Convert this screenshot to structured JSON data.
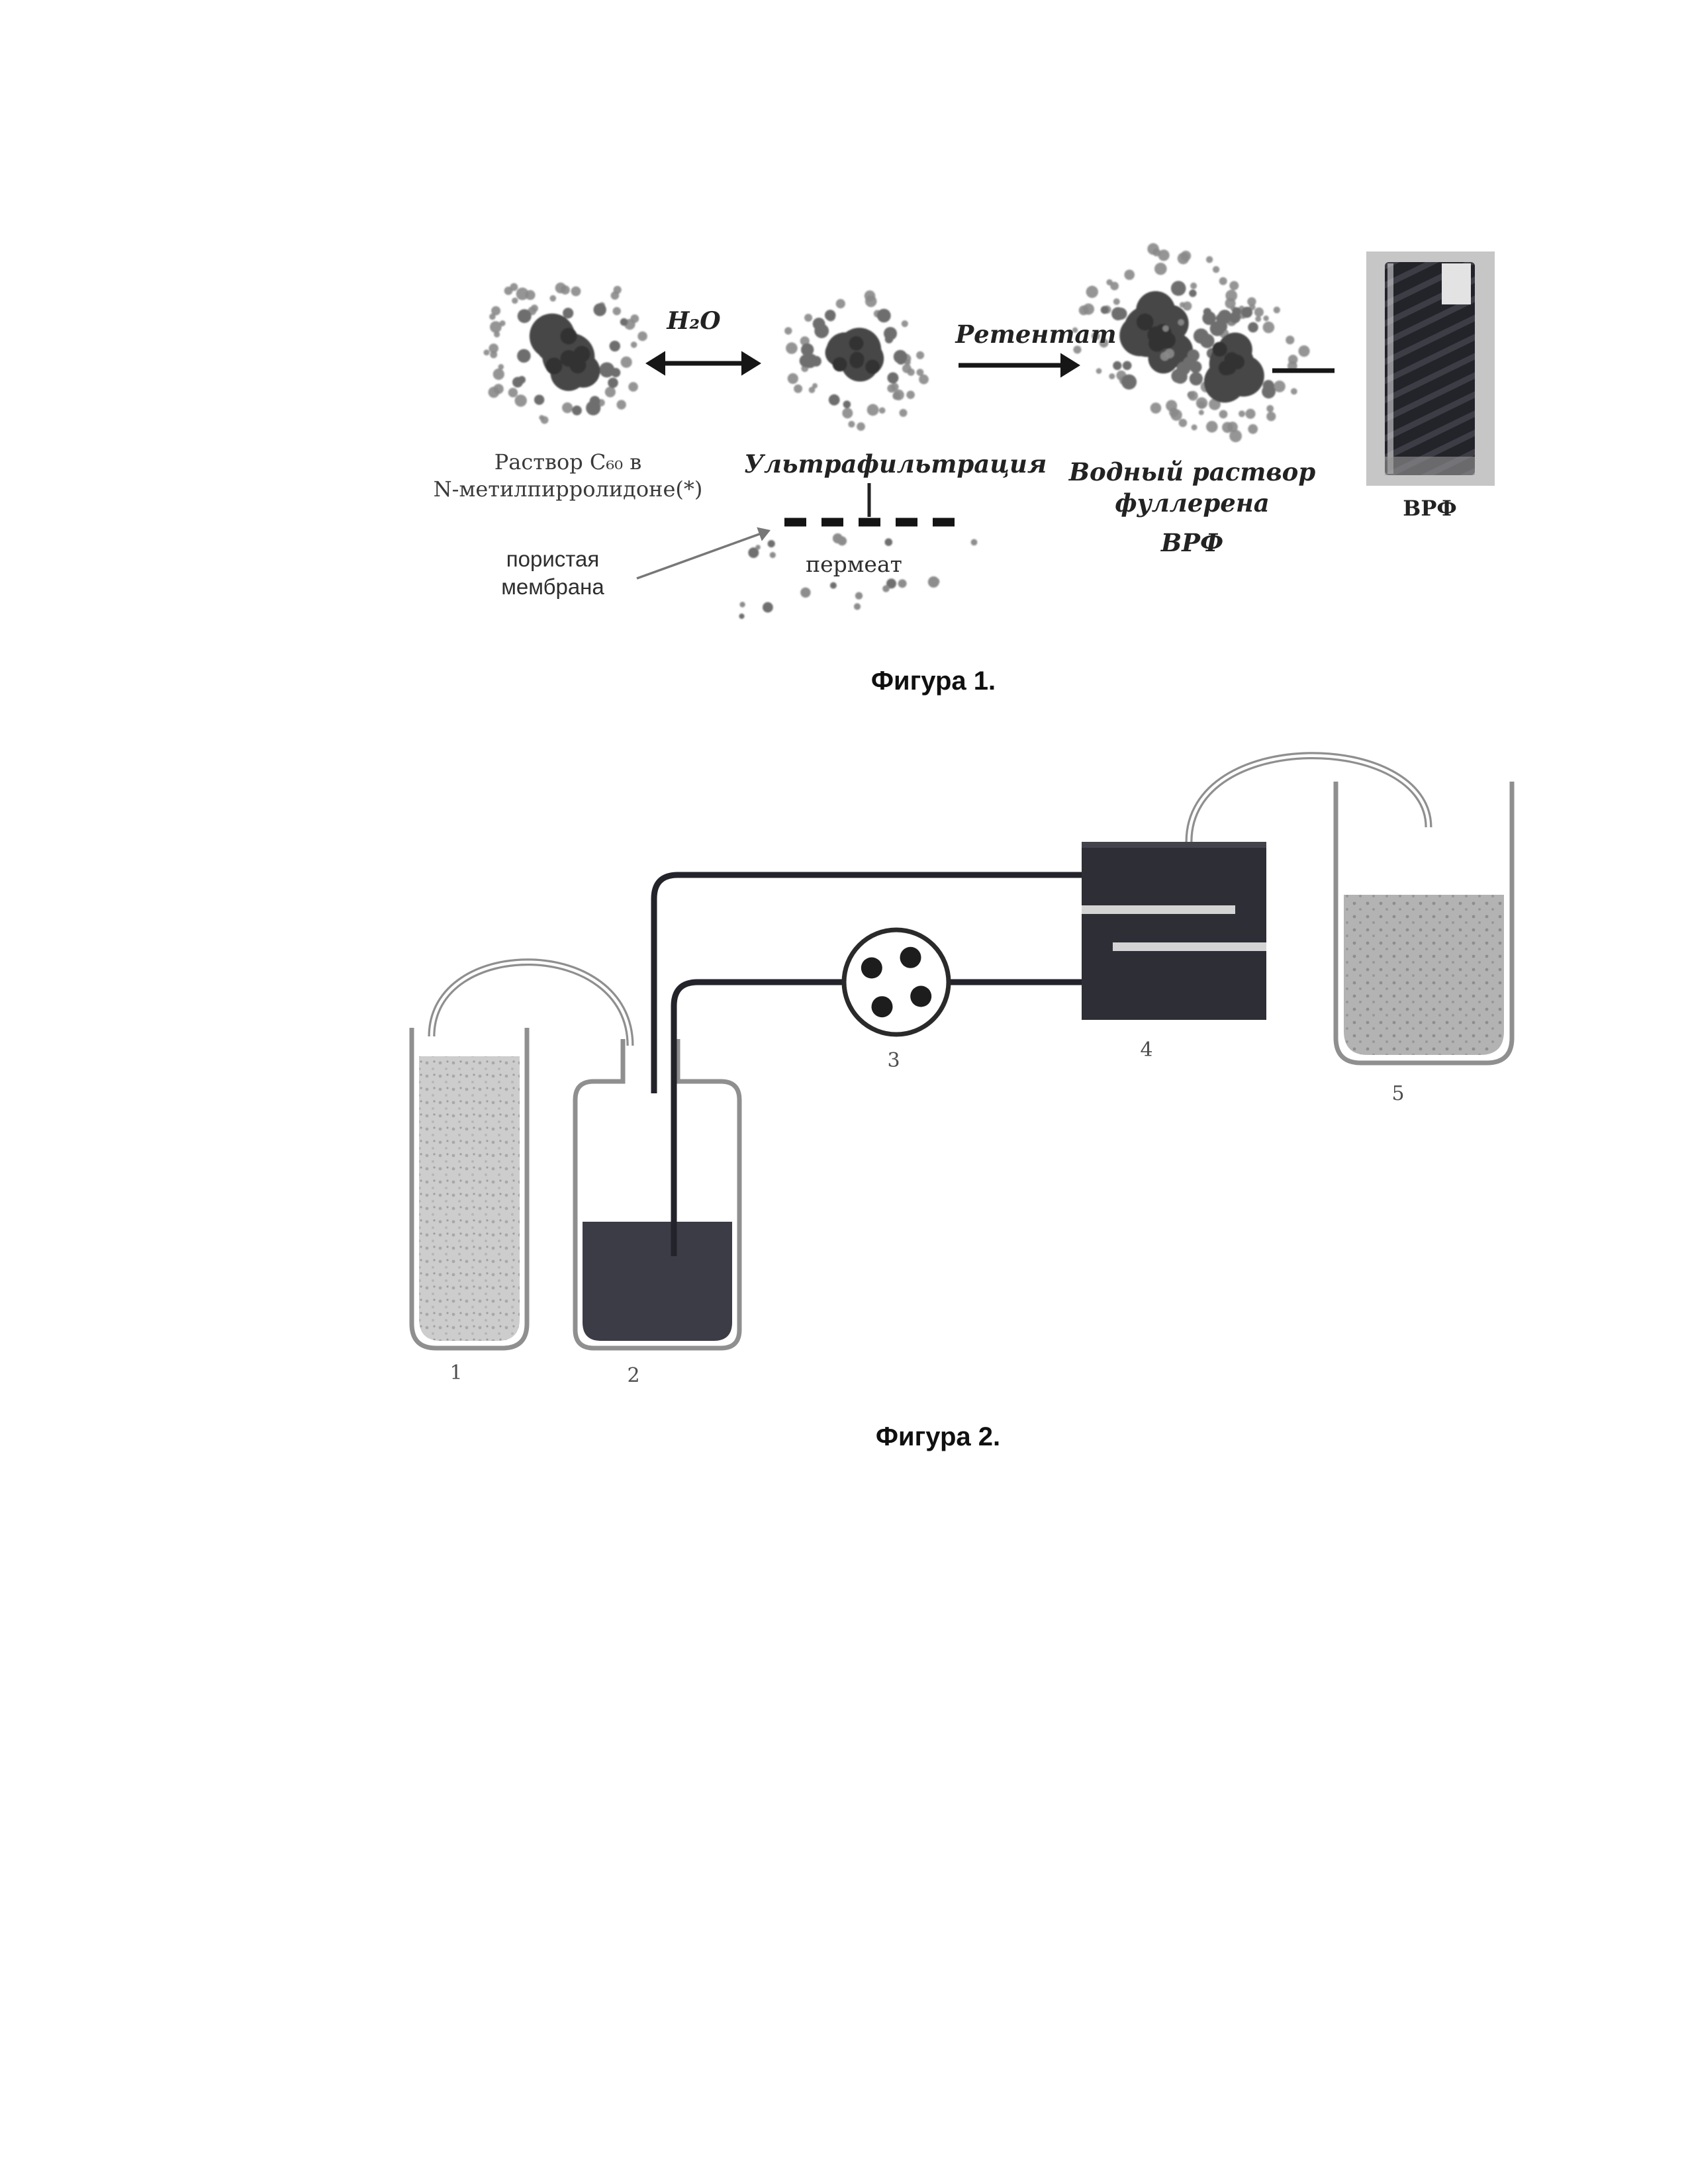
{
  "figure1": {
    "caption": "Фигура 1.",
    "h2o_label": "H₂O",
    "retentate_label": "Ретентат",
    "solution_label_line1": "Раствор С₆₀ в",
    "solution_label_line2": "N-метилпирролидоне(*)",
    "ultrafiltration_label": "Ультрафильтрация",
    "aqueous_label_line1": "Водный раствор",
    "aqueous_label_line2": "фуллерена",
    "aqueous_label_line3": "ВРФ",
    "porous_membrane_line1": "пористая",
    "porous_membrane_line2": "мембрана",
    "permeate_label": "пермеат",
    "vial_caption": "ВРФ"
  },
  "figure2": {
    "caption": "Фигура 2.",
    "labels": {
      "vessel1": "1",
      "vessel2": "2",
      "pump": "3",
      "filter": "4",
      "vessel5": "5"
    }
  },
  "colors": {
    "ink": "#161616",
    "tube_glass": "#8f8f8f",
    "tube_dark": "#23232b",
    "liquid_light": "#cdcdcd",
    "liquid_medium": "#b3b3b3",
    "liquid_dark": "#3c3c46",
    "module_dark": "#2e2e36",
    "cluster_core": "#474747",
    "cluster_halo": "#8a8a8a"
  }
}
